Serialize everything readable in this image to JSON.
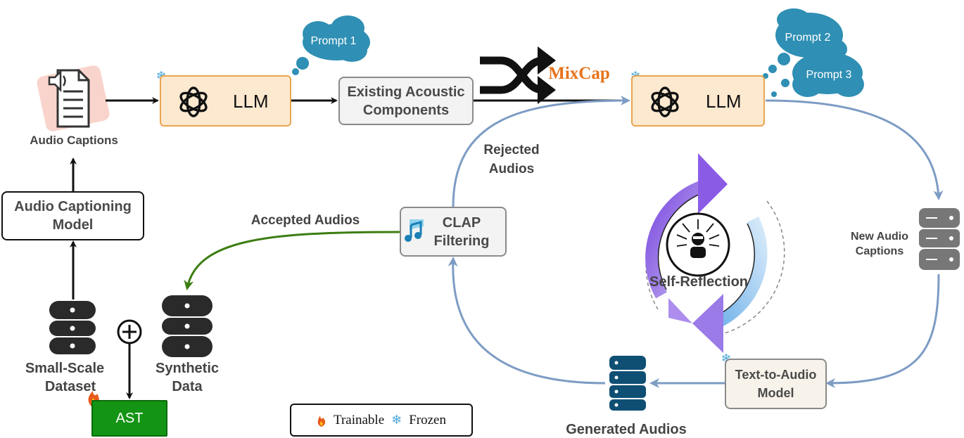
{
  "nodes": {
    "audio_captions": "Audio Captions",
    "audio_captioning_model": [
      "Audio Captioning",
      "Model"
    ],
    "small_scale_dataset": [
      "Small-Scale",
      "Dataset"
    ],
    "synthetic_data": [
      "Synthetic",
      "Data"
    ],
    "ast": "AST",
    "llm_1": "LLM",
    "llm_2": "LLM",
    "existing_acoustic_components": [
      "Existing Acoustic",
      "Components"
    ],
    "clap_filtering": [
      "CLAP",
      "Filtering"
    ],
    "new_audio_captions": [
      "New Audio",
      "Captions"
    ],
    "text_to_audio_model": [
      "Text-to-Audio",
      "Model"
    ],
    "generated_audios": "Generated Audios",
    "self_reflection": "Self-Reflection"
  },
  "prompts": {
    "prompt_1": "Prompt 1",
    "prompt_2": "Prompt 2",
    "prompt_3": "Prompt 3"
  },
  "edges": {
    "accepted_audios": "Accepted Audios",
    "rejected_audios": [
      "Rejected",
      "Audios"
    ]
  },
  "brand": {
    "mixcap": "MixCap",
    "mixcap_color": "#e8731a"
  },
  "legend": {
    "trainable": "Trainable",
    "frozen": "Frozen"
  },
  "colors": {
    "blue_arrow": "#7d9cc4",
    "green_arrow": "#3c7d12",
    "llm_fill": "#fde9cf",
    "llm_border": "#e8a650",
    "cloud": "#2f8fb4",
    "ast_fill": "#149414"
  }
}
